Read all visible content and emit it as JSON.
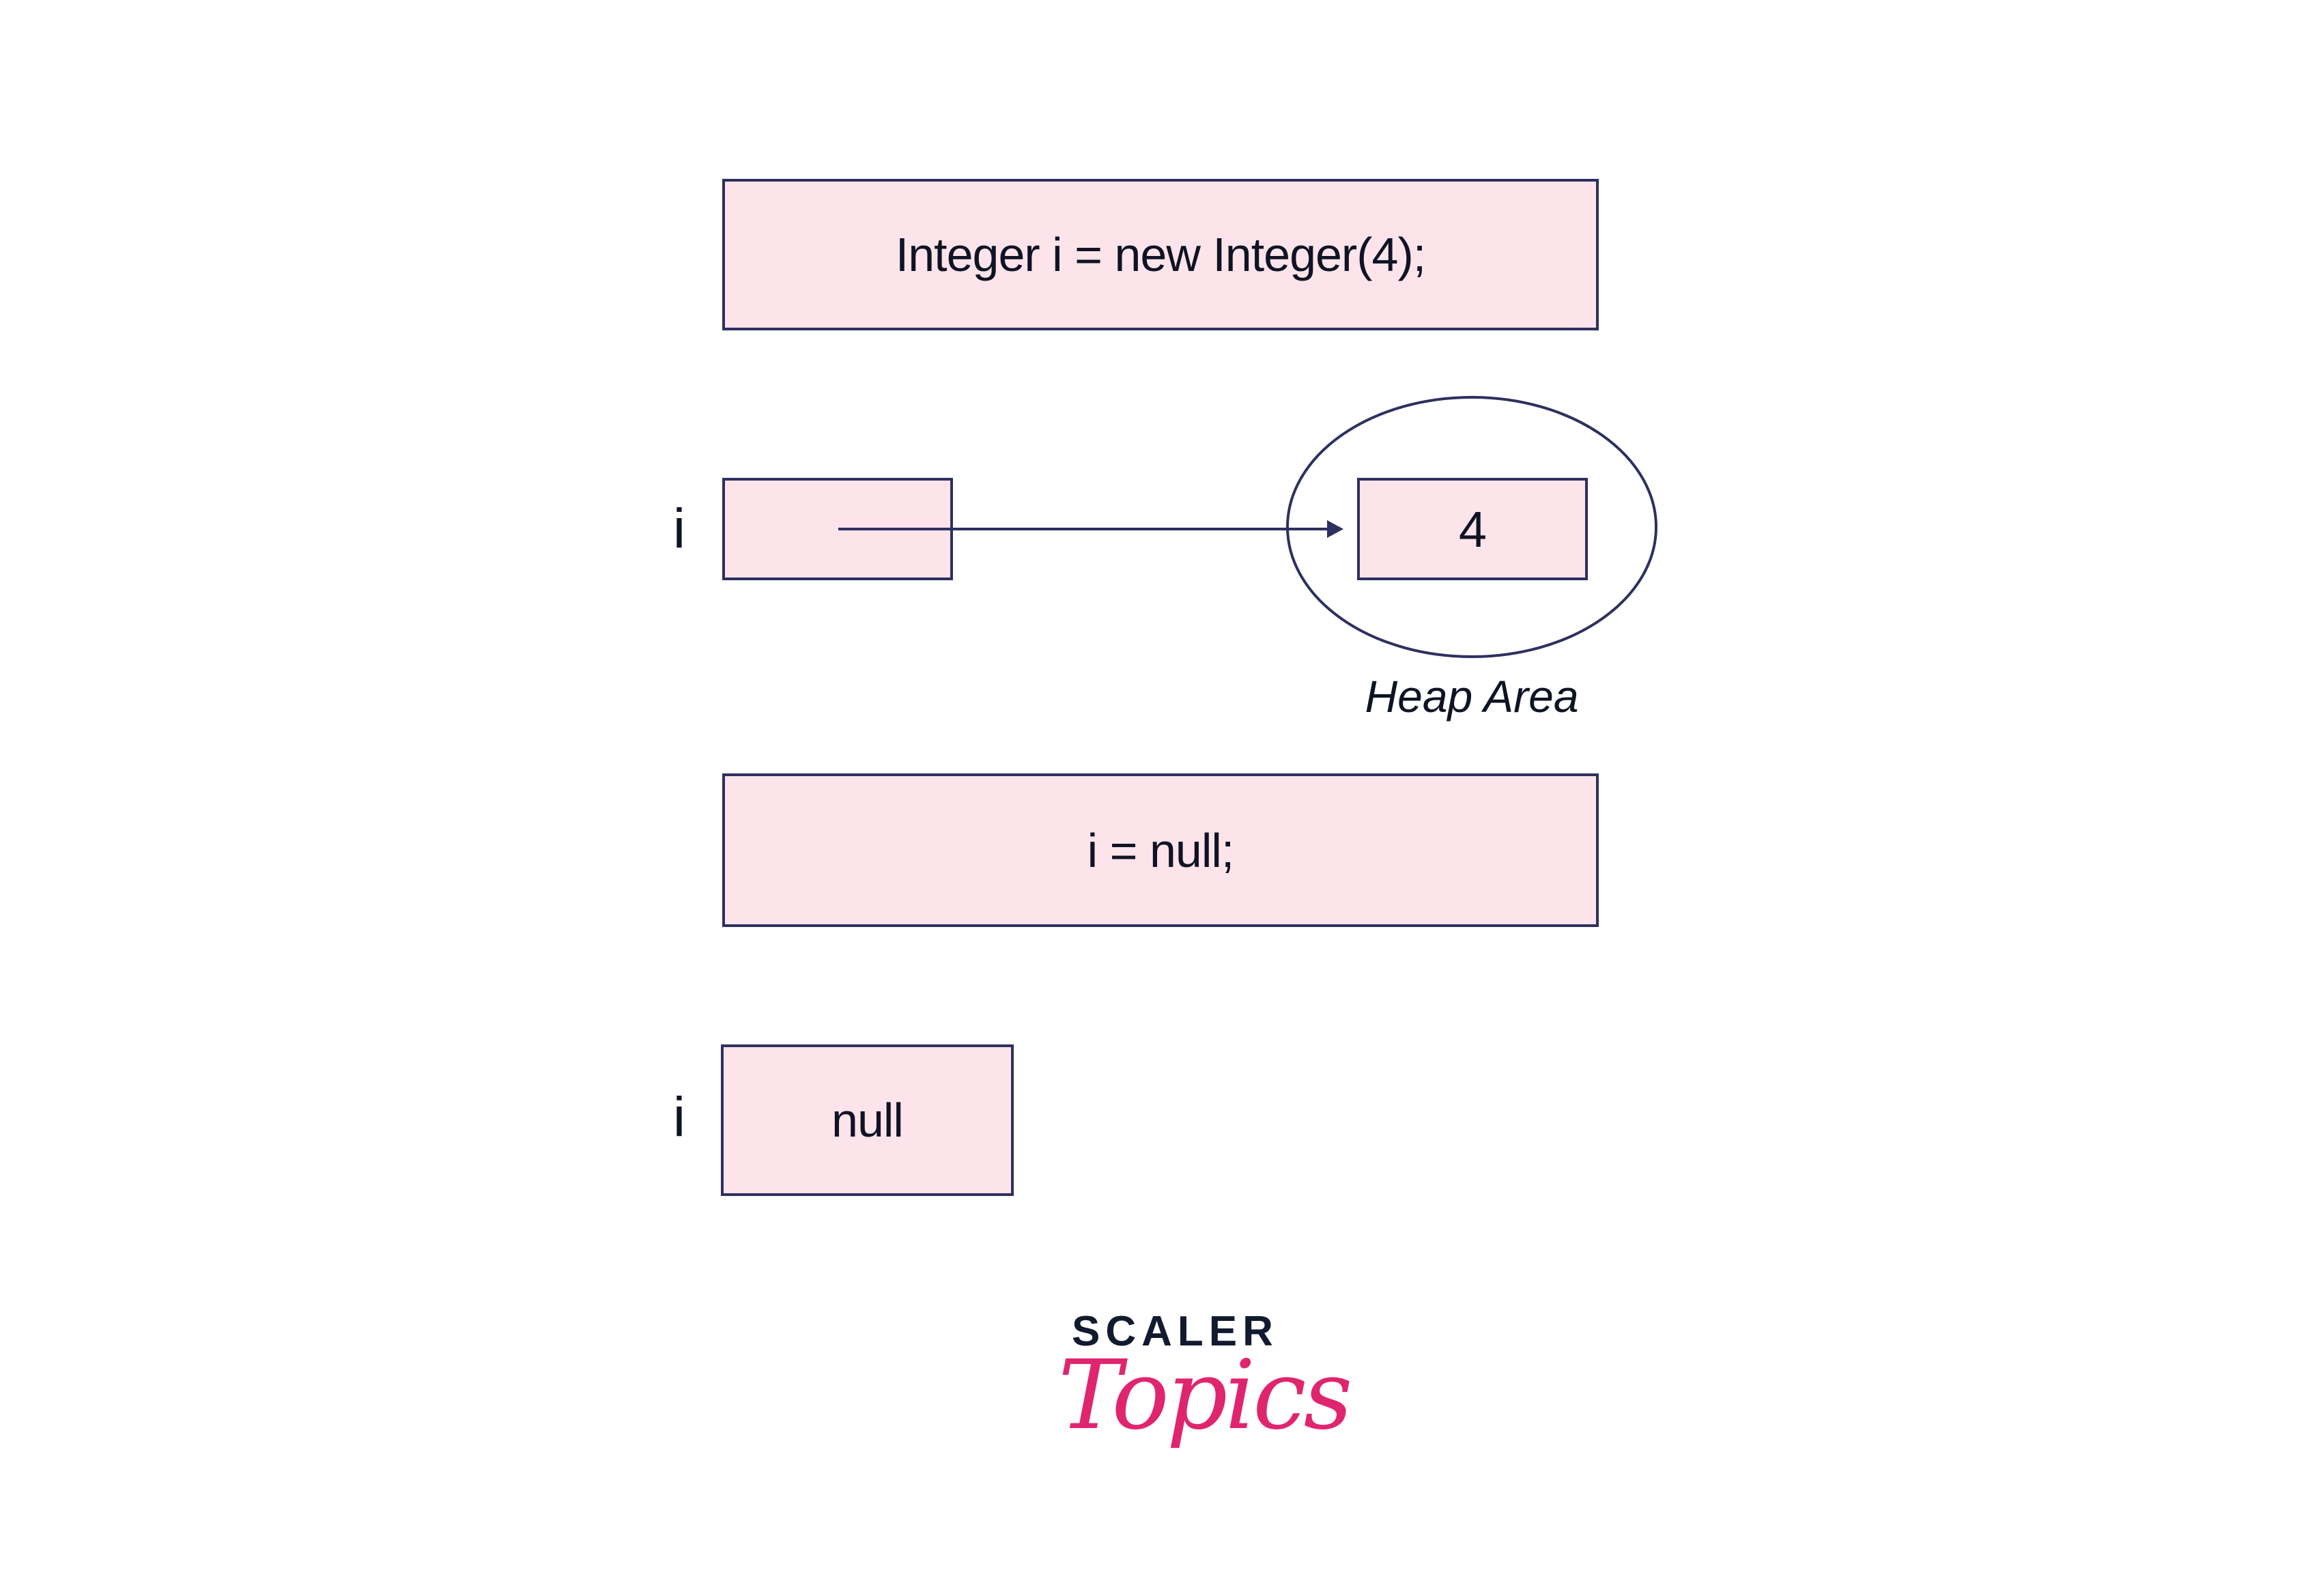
{
  "diagram": {
    "statement_1": "Integer i = new Integer(4);",
    "row_2": {
      "variable_label": "i",
      "pointer_box_value": "",
      "heap_object_value": "4",
      "heap_label": "Heap Area"
    },
    "statement_2": "i = null;",
    "row_4": {
      "variable_label": "i",
      "box_value": "null"
    }
  },
  "colors": {
    "box_fill": "#fde4ea",
    "stroke": "#2e3060",
    "text": "#0f1424",
    "brand_pink": "#e0256f",
    "brand_dark": "#111a2e"
  },
  "logo": {
    "line_1": "SCALER",
    "line_2": "Topics"
  }
}
